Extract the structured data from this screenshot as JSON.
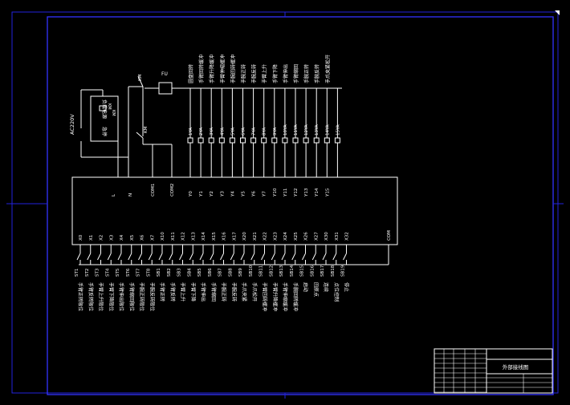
{
  "outputs": {
    "coils": [
      "1YA",
      "2YA",
      "3YA",
      "4YA",
      "5YA",
      "6YA",
      "7YA",
      "8YA",
      "9YA",
      "10YA",
      "11YA",
      "12YA",
      "13YA",
      "14YA",
      "15YA"
    ],
    "terminals": [
      "Y0",
      "Y1",
      "Y2",
      "Y3",
      "Y4",
      "Y5",
      "Y6",
      "Y7",
      "Y10",
      "Y11",
      "Y12",
      "Y13",
      "Y14",
      "Y15"
    ],
    "functions": [
      "圆盘回转",
      "手臂回转缓冲",
      "手臂升降缓冲",
      "手臂伸缩缓冲",
      "手腕回转缓冲",
      "手腕正转",
      "手腕反转",
      "手臂上升",
      "手臂下降",
      "手臂伸出",
      "手臂缩回",
      "手腕正转",
      "手腕反转",
      "手爪夹紧松开"
    ]
  },
  "power": {
    "ac": "AC220V",
    "fuse": "FU",
    "contactor": "KM",
    "load_label": "负载电源",
    "estop": "急停",
    "pins": [
      "L",
      "N",
      "COM1",
      "COM2"
    ]
  },
  "inputs": {
    "terminals": [
      "X0",
      "X1",
      "X2",
      "X3",
      "X4",
      "X5",
      "X6",
      "X7",
      "X10",
      "X11",
      "X12",
      "X13",
      "X14",
      "X15",
      "X16",
      "X17",
      "X20",
      "X21",
      "X22",
      "X23",
      "X24",
      "X25",
      "X26",
      "X27",
      "X30",
      "X31",
      "X32",
      "COM"
    ],
    "switches": [
      "ST1",
      "ST2",
      "ST3",
      "ST4",
      "ST5",
      "ST6",
      "ST7",
      "ST8",
      "SB1",
      "SB2",
      "SB3",
      "SB4",
      "SB5",
      "SB6",
      "SB7",
      "SB8",
      "SB9",
      "SB10",
      "SB11",
      "SB12",
      "SB13",
      "SB14",
      "SB15",
      "SB16",
      "SB17",
      "SB18",
      "SB19"
    ],
    "functions": [
      "手臂正转限位",
      "手臂反转限位",
      "手臂上升限位",
      "手臂下降限位",
      "手臂伸出限位",
      "手臂缩回限位",
      "手腕正转限位",
      "手腕反转限位",
      "手臂正转",
      "手臂反转",
      "手臂上升",
      "手臂下降",
      "手臂伸出",
      "手臂缩回",
      "手腕正转",
      "手腕反转",
      "手爪夹紧",
      "手爪松开",
      "手臂回转缓冲",
      "手臂升降缓冲",
      "手臂伸缩缓冲",
      "手腕回转缓冲",
      "启动",
      "回原点",
      "连续",
      "点位控制",
      "停止"
    ]
  },
  "title_block": {
    "title": "外部接线图"
  },
  "colors": {
    "background": "#000000",
    "frame": "#3333ff",
    "drawing": "#ffffff",
    "title_text": "#ffffff"
  }
}
